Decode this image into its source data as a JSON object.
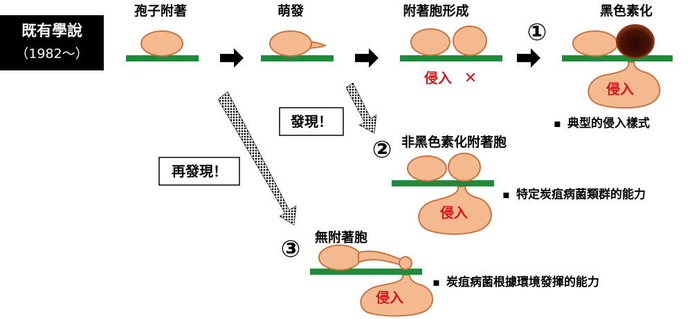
{
  "legacy_theory": {
    "title": "既有學說",
    "years": "（1982～）"
  },
  "stages": {
    "spore_attach": "孢子附著",
    "germination": "萌發",
    "appressorium_formation": "附著胞形成",
    "melanization": "黑色素化"
  },
  "no_invasion": {
    "label": "侵入",
    "mark": "✕"
  },
  "invasion_label": "侵入",
  "path1": {
    "number": "①",
    "note": "典型的侵入樣式"
  },
  "path2": {
    "number": "②",
    "title": "非黑色素化附著胞",
    "note": "特定炭疽病菌類群的能力",
    "discovery": "發現！"
  },
  "path3": {
    "number": "③",
    "title": "無附著胞",
    "note": "炭疽病菌根據環境發揮的能力",
    "discovery": "再發現！"
  },
  "bullet": "▪",
  "colors": {
    "spore_fill": "#f5b990",
    "spore_stroke": "#c7733f",
    "leaf": "#1f8a3a",
    "melanin": "#4a1305",
    "invade_text": "#d9141c",
    "box_bg": "#000000"
  }
}
